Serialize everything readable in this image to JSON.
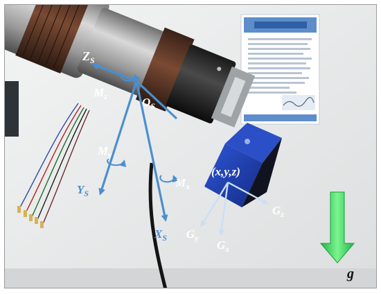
{
  "labels": {
    "z_axis": "Z",
    "z_sub": "S",
    "y_axis": "Y",
    "y_sub": "S",
    "x_axis": "X",
    "x_sub": "S",
    "origin": "O",
    "origin_sub": "S",
    "mz": "M",
    "mz_sub": "z",
    "my": "M",
    "my_sub": "y",
    "mx": "M",
    "mx_sub": "x",
    "point": "(x,y,z)",
    "gz": "G",
    "gz_sub": "z",
    "gy": "G",
    "gy_sub": "y",
    "gx": "G",
    "gx_sub": "x",
    "gravity": "g"
  },
  "colors": {
    "axis_blue": "#4a8fd0",
    "axis_light": "#b9d6f2",
    "gravity_green": "#2fd35a",
    "sensor_blue": "#1f3fa8",
    "wall": "#e9ebec"
  }
}
